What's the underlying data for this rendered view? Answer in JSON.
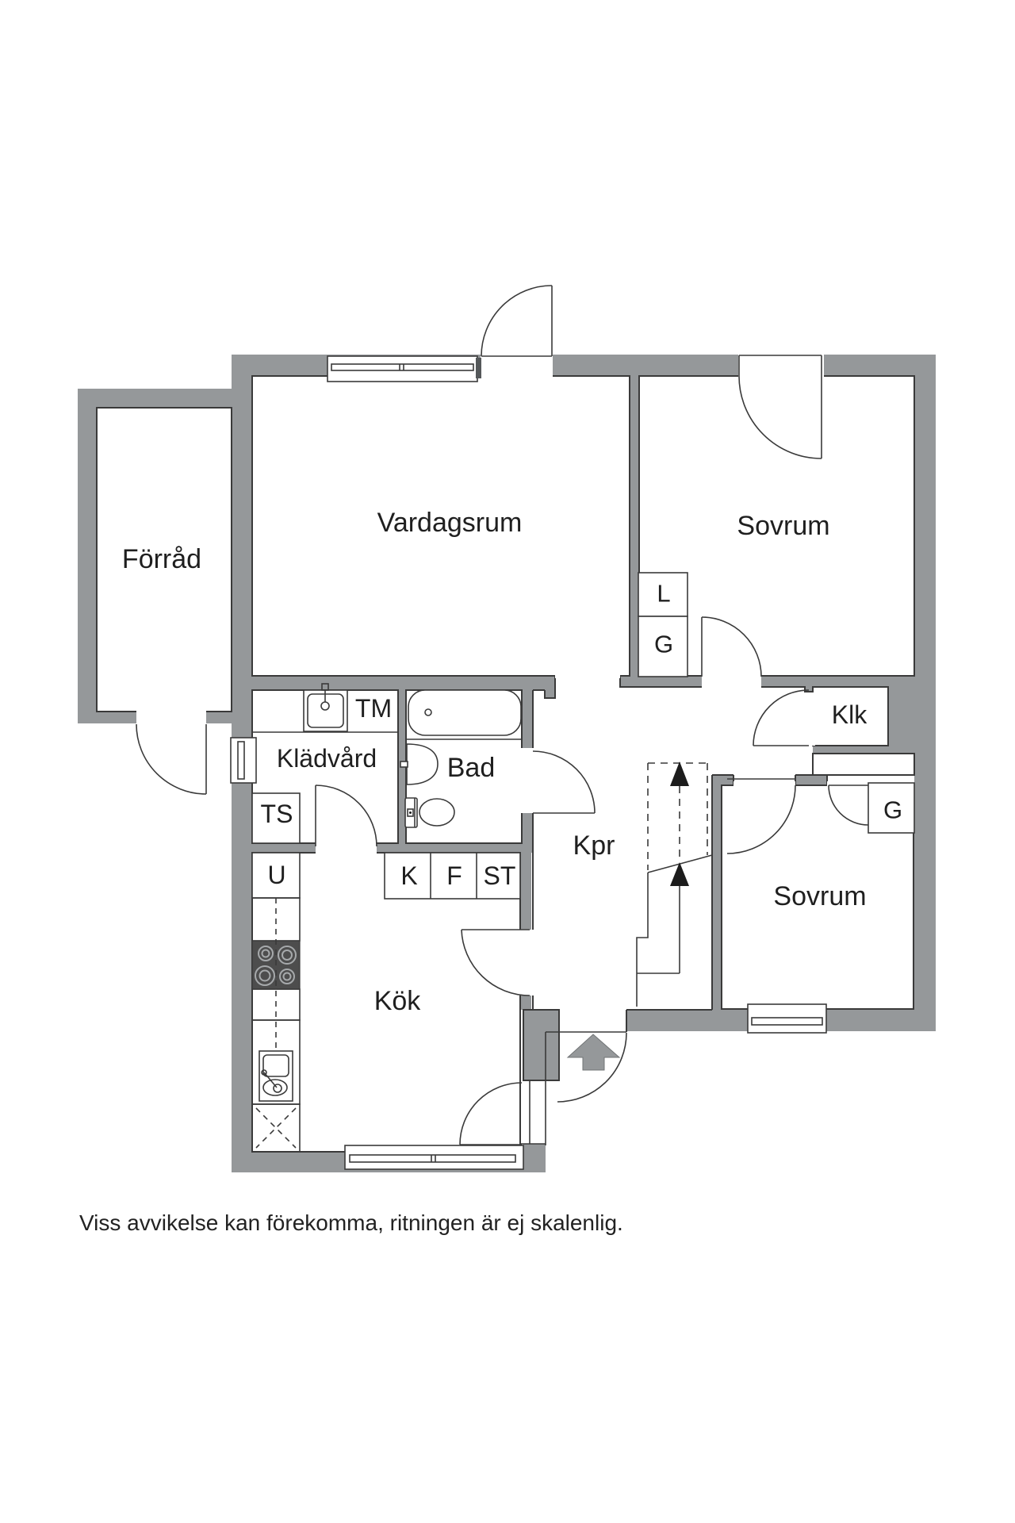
{
  "plan": {
    "type": "apartment-floor-plan",
    "language": "sv",
    "colors": {
      "wall_fill": "#95989a",
      "outline": "#3a3a3a",
      "text": "#1f1f1f",
      "stove_fill": "#4d4d4d",
      "stairs_arrow": "#1c1c1c",
      "background": "#ffffff"
    },
    "fixtures": [
      "bathtub",
      "toilet",
      "washbasin",
      "laundry-sink",
      "stove",
      "kitchen-sink",
      "corner-cabinet",
      "stairs",
      "entry-arrow",
      "windows",
      "doors"
    ]
  },
  "labels": {
    "forrad": "Förråd",
    "vardagsrum": "Vardagsrum",
    "sovrum_1": "Sovrum",
    "sovrum_2": "Sovrum",
    "kladvard": "Klädvård",
    "bad": "Bad",
    "kok": "Kök",
    "kpr": "Kpr",
    "klk": "Klk",
    "tm": "TM",
    "ts": "TS",
    "u": "U",
    "k": "K",
    "f": "F",
    "st": "ST",
    "l": "L",
    "g_1": "G",
    "g_2": "G",
    "disclaimer": "Viss avvikelse kan förekomma, ritningen är ej skalenlig."
  }
}
